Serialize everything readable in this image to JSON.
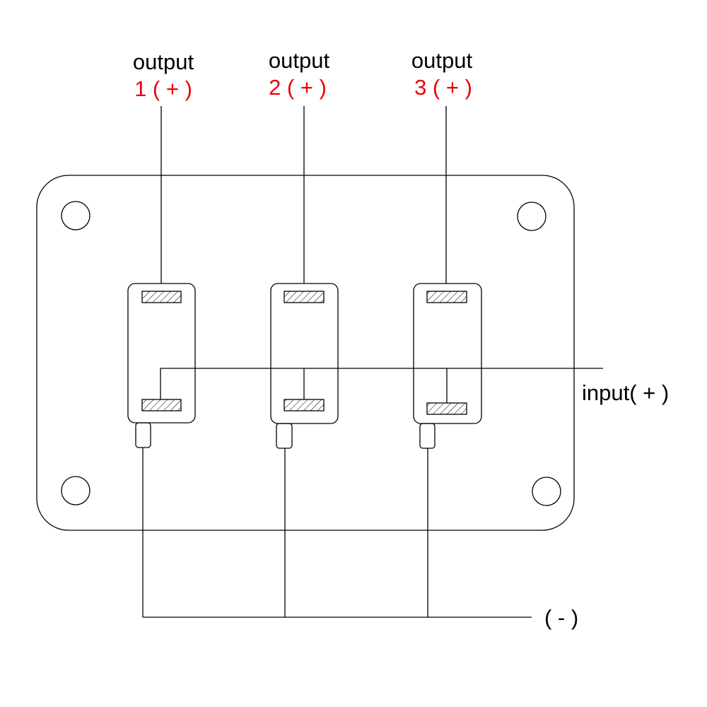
{
  "diagram": {
    "title": "3-way switch panel wiring",
    "colors": {
      "line": "#000000",
      "output_number": "#e8000b",
      "label": "#000000"
    },
    "outputs": [
      {
        "title": "output",
        "number_label": "1 ( + )"
      },
      {
        "title": "output",
        "number_label": "2 ( + )"
      },
      {
        "title": "output",
        "number_label": "3 ( + )"
      }
    ],
    "input_label": "input( + )",
    "ground_label": "( - )",
    "panel": {
      "mounting_holes": 4,
      "switch_count": 3
    }
  }
}
